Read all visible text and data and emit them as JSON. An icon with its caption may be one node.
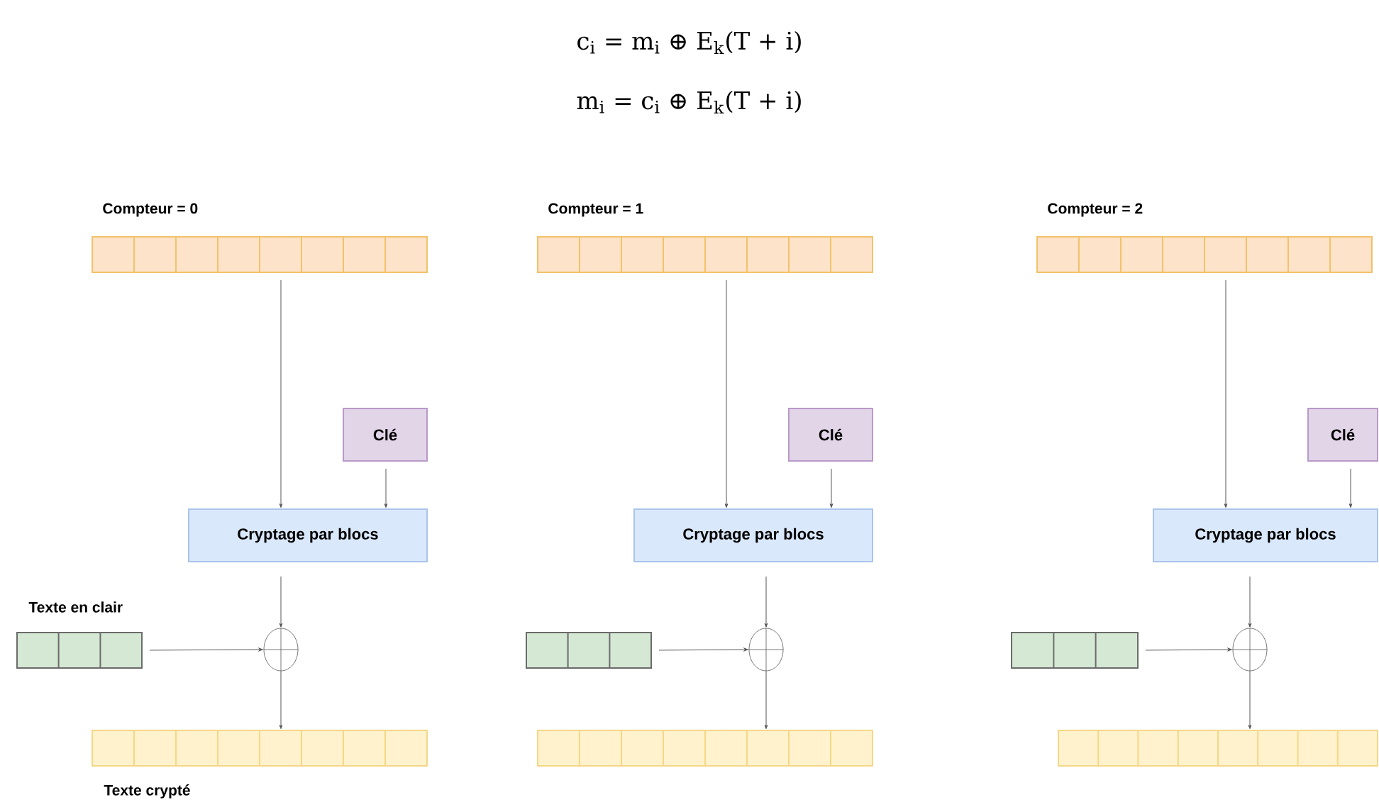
{
  "diagram": {
    "nodes": [
      {
        "text": [
          "Compteur = 0"
        ]
      },
      {
        "text": [
          "Clé"
        ]
      },
      {
        "text": [
          "Cryptage par blocs"
        ]
      },
      {
        "text": [
          "Texte en clair"
        ]
      },
      {
        "text": [],
        "shape": "circle"
      },
      {
        "text": [
          "Texte crypté"
        ]
      },
      {
        "text": [
          "Compteur = 1"
        ]
      },
      {
        "text": [
          "Clé"
        ]
      },
      {
        "text": [
          "Cryptage par blocs"
        ]
      },
      {
        "text": [],
        "shape": "bar"
      },
      {
        "text": [],
        "shape": "circle"
      },
      {
        "text": [],
        "shape": "bar"
      },
      {
        "text": [
          "Compteur = 2"
        ]
      },
      {
        "text": [
          "Clé"
        ]
      },
      {
        "text": [
          "Cryptage par blocs"
        ]
      },
      {
        "text": [],
        "shape": "bar"
      },
      {
        "text": [],
        "shape": "circle"
      },
      {
        "text": [],
        "shape": "bar"
      }
    ],
    "edges": [
      {
        "from": 0,
        "to": 2,
        "arrow": "to"
      },
      {
        "from": 1,
        "to": 2,
        "arrow": "to"
      },
      {
        "from": 2,
        "to": 4,
        "arrow": "to"
      },
      {
        "from": 3,
        "to": 4,
        "arrow": "to"
      },
      {
        "from": 4,
        "to": 5,
        "arrow": "to"
      },
      {
        "from": 6,
        "to": 8,
        "arrow": "to"
      },
      {
        "from": 7,
        "to": 8,
        "arrow": "to"
      },
      {
        "from": 8,
        "to": 10,
        "arrow": "to"
      },
      {
        "from": 9,
        "to": 10,
        "arrow": "to"
      },
      {
        "from": 10,
        "to": 11,
        "arrow": "to"
      },
      {
        "from": 12,
        "to": 14,
        "arrow": "to"
      },
      {
        "from": 13,
        "to": 14,
        "arrow": "to"
      },
      {
        "from": 14,
        "to": 16,
        "arrow": "to"
      },
      {
        "from": 15,
        "to": 16,
        "arrow": "to"
      },
      {
        "from": 16,
        "to": 17,
        "arrow": "to"
      }
    ],
    "labels": [
      "c$_{i}$ = m$_{i}$ ⊕ E$_{k}$(T + i)",
      "m$_{i}$ = c$_{i}$ ⊕ E$_{k}$(T + i)"
    ]
  }
}
